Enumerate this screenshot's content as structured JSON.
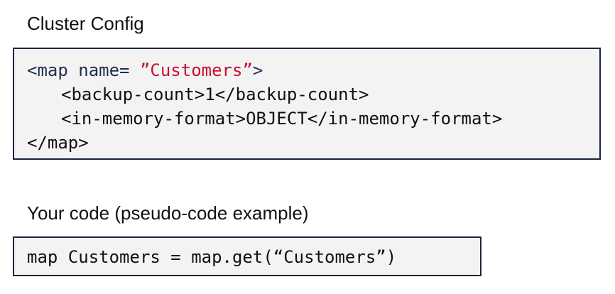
{
  "sections": {
    "config_heading": "Cluster Config",
    "code_heading": "Your code (pseudo-code example)"
  },
  "config_code": {
    "line1_tag_open": "<map name= ",
    "line1_string": "”Customers”",
    "line1_tag_close": ">",
    "line2": "<backup-count>1</backup-count>",
    "line3": "<in-memory-format>OBJECT</in-memory-format>",
    "line4": "</map>"
  },
  "user_code": {
    "line1": "map Customers = map.get(“Customers”)"
  },
  "colors": {
    "tag": "#1f2f52",
    "string": "#c8102e",
    "box_border": "#1a2639",
    "box_background": "#f3f3f3"
  }
}
